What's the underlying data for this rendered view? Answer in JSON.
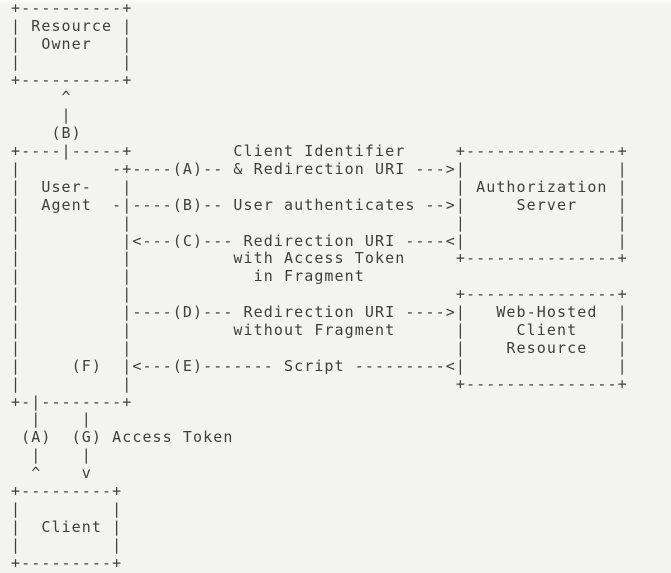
{
  "colors": {
    "background": "#f3f3f0",
    "text": "#3e3e3e"
  },
  "diagram": {
    "kind": "ascii-flow-diagram",
    "entities": [
      "Resource Owner",
      "User-Agent",
      "Authorization Server",
      "Web-Hosted Client Resource",
      "Client"
    ],
    "flow_steps": [
      {
        "id": "(A)",
        "label": "Client Identifier & Redirection URI"
      },
      {
        "id": "(B)",
        "label": "User authenticates"
      },
      {
        "id": "(C)",
        "label": "Redirection URI with Access Token in Fragment"
      },
      {
        "id": "(D)",
        "label": "Redirection URI without Fragment"
      },
      {
        "id": "(E)",
        "label": "Script"
      },
      {
        "id": "(F)",
        "label": ""
      },
      {
        "id": "(G)",
        "label": "Access Token"
      }
    ],
    "lines": [
      "+----------+",
      "| Resource |",
      "|  Owner   |",
      "|          |",
      "+----------+",
      "     ^",
      "     |",
      "    (B)",
      "+----|-----+          Client Identifier     +---------------+",
      "|         -+----(A)-- & Redirection URI --->|               |",
      "|  User-   |                                | Authorization |",
      "|  Agent  -|----(B)-- User authenticates -->|     Server    |",
      "|          |                                |               |",
      "|          |<---(C)--- Redirection URI ----<|               |",
      "|          |          with Access Token     +---------------+",
      "|          |            in Fragment",
      "|          |                                +---------------+",
      "|          |----(D)--- Redirection URI ---->|   Web-Hosted  |",
      "|          |          without Fragment      |     Client    |",
      "|          |                                |    Resource   |",
      "|     (F)  |<---(E)------- Script ---------<|               |",
      "|          |                                +---------------+",
      "+-|--------+",
      "  |    |",
      " (A)  (G) Access Token",
      "  |    |",
      "  ^    v",
      "+---------+",
      "|         |",
      "|  Client |",
      "|         |",
      "+---------+"
    ]
  }
}
